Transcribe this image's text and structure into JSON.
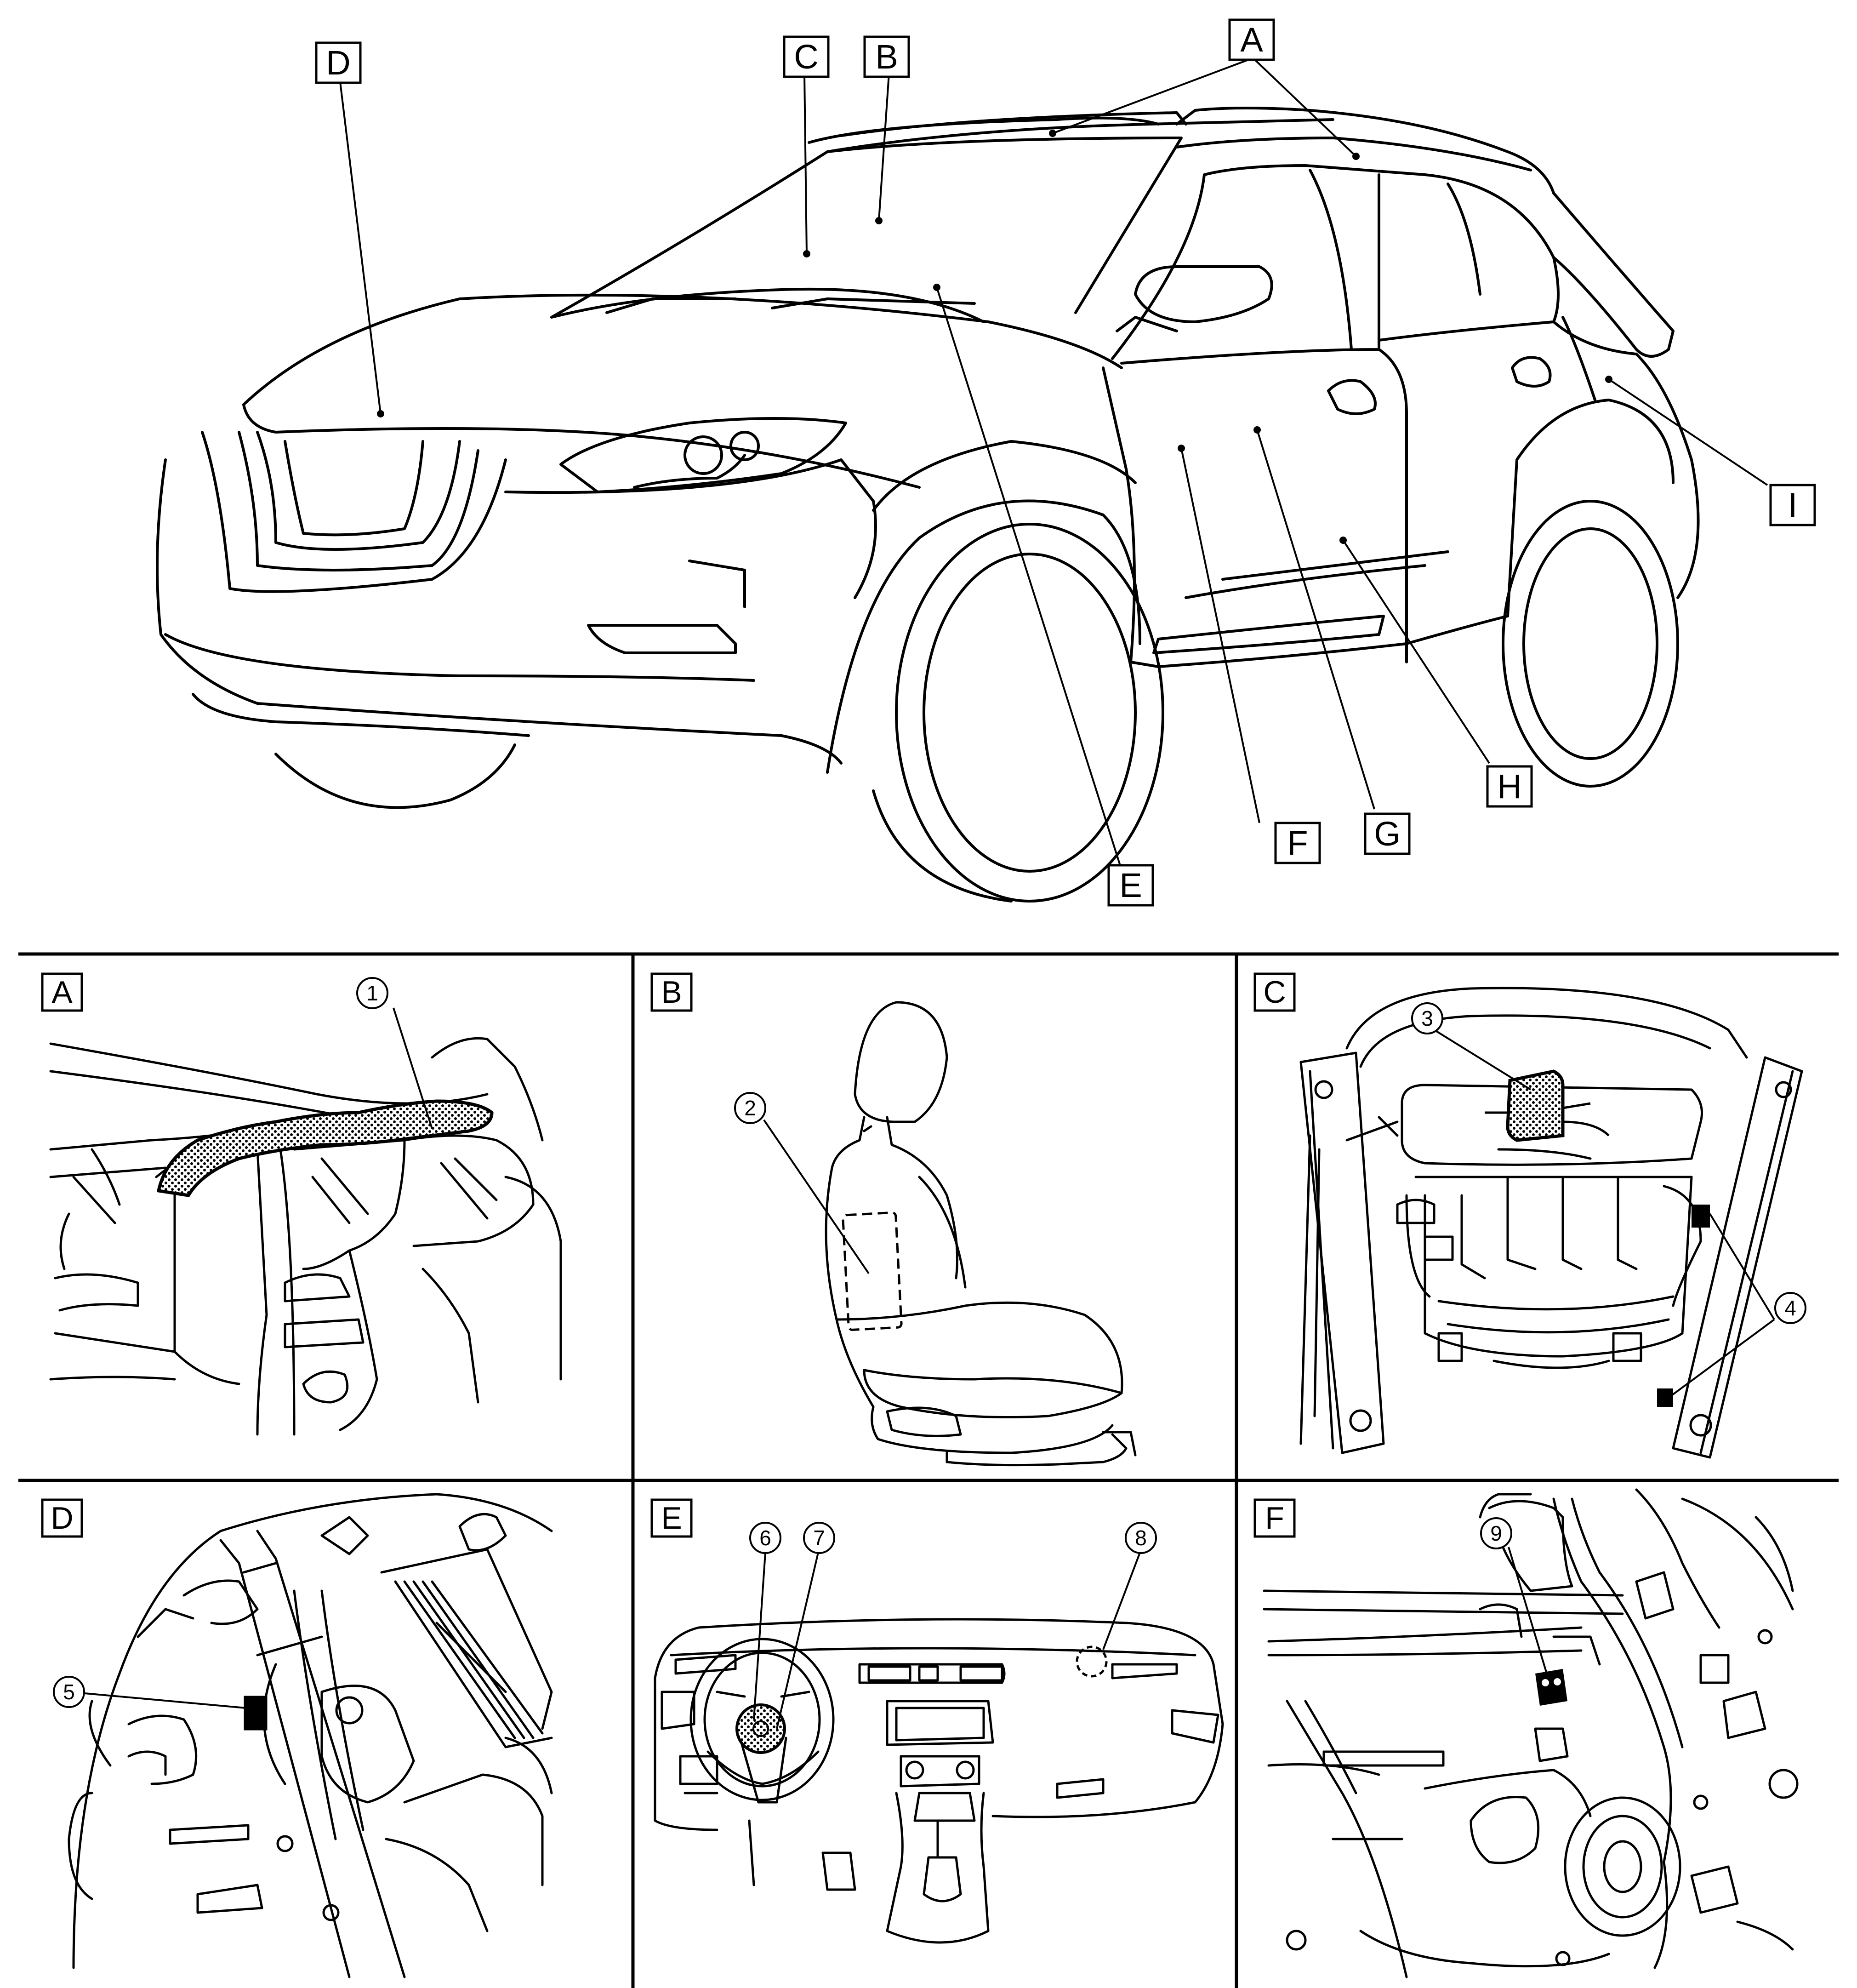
{
  "overview_labels": {
    "A": "A",
    "B": "B",
    "C": "C",
    "D": "D",
    "E": "E",
    "F": "F",
    "G": "G",
    "H": "H",
    "I": "I"
  },
  "panels": {
    "A": {
      "label": "A",
      "callouts": [
        "1"
      ]
    },
    "B": {
      "label": "B",
      "callouts": [
        "2"
      ]
    },
    "C": {
      "label": "C",
      "callouts": [
        "3",
        "4"
      ]
    },
    "D": {
      "label": "D",
      "callouts": [
        "5"
      ]
    },
    "E": {
      "label": "E",
      "callouts": [
        "6",
        "7",
        "8"
      ]
    },
    "F": {
      "label": "F",
      "callouts": [
        "9"
      ]
    }
  },
  "colors": {
    "line": "#000000",
    "background": "#ffffff",
    "highlight_fill": "#a0a0a0"
  }
}
